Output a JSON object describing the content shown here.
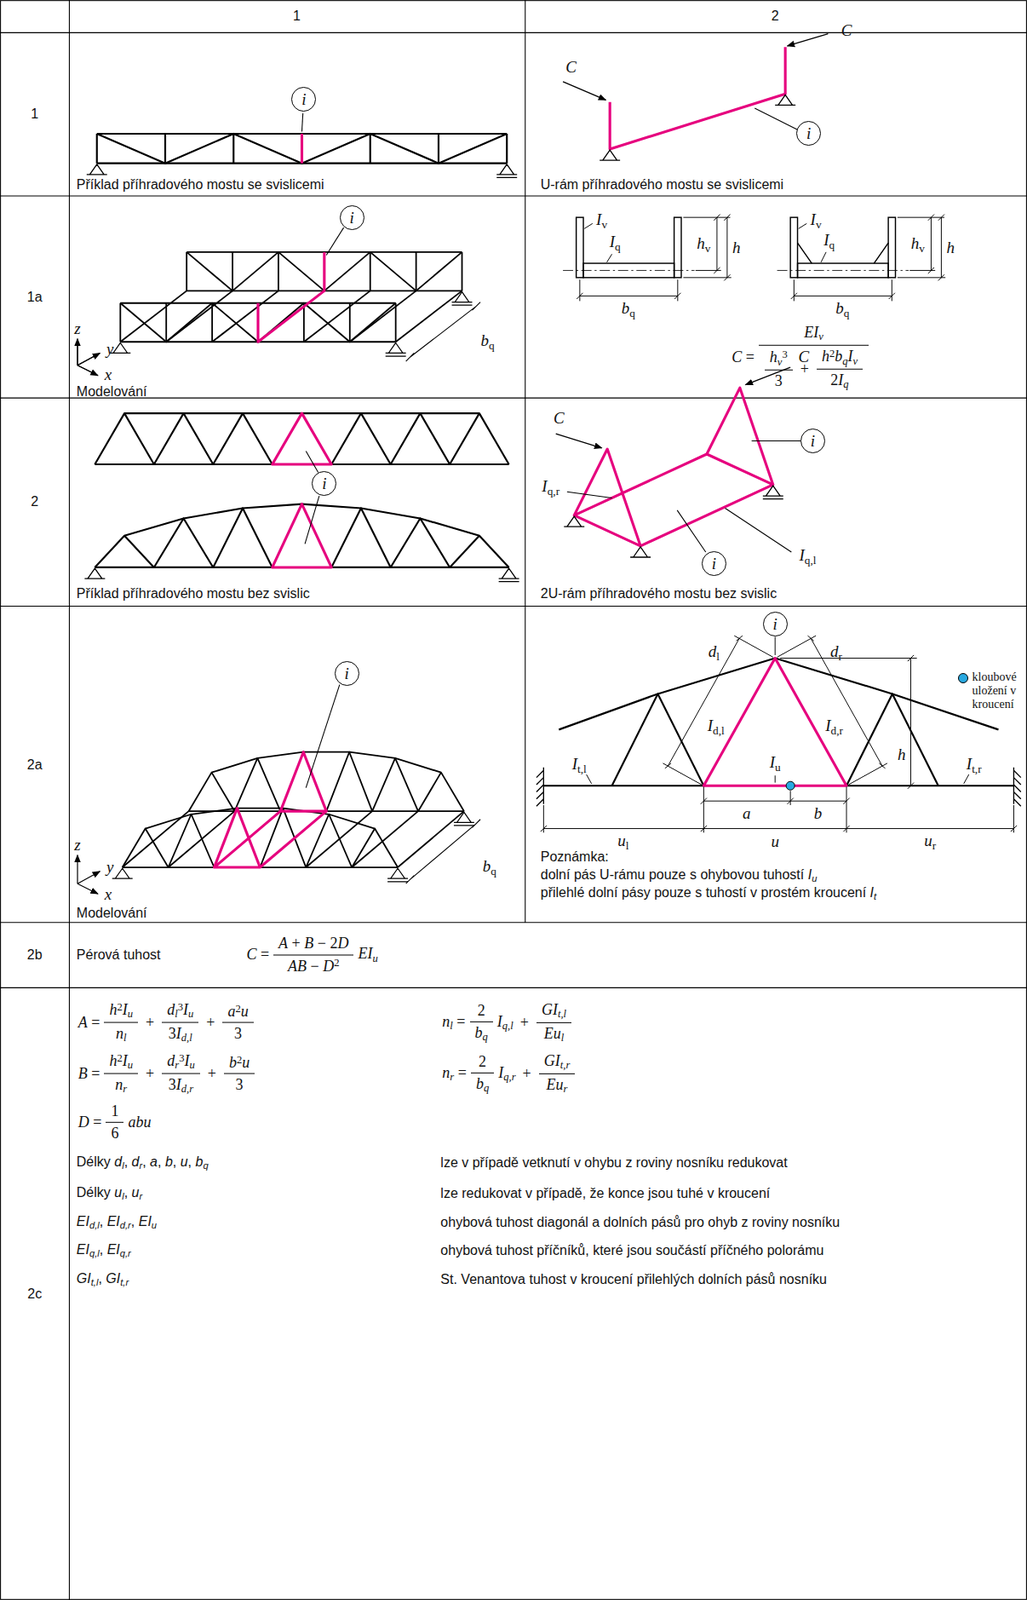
{
  "diagram": {
    "nodes": [
      {
        "text": [
          "i"
        ]
      },
      {
        "text": [
          "i"
        ]
      },
      {
        "text": [
          "i"
        ]
      },
      {
        "text": [
          "i"
        ]
      },
      {
        "text": [
          "i"
        ]
      },
      {
        "text": [
          "i"
        ]
      },
      {
        "text": [
          "i"
        ]
      },
      {
        "text": [
          "i"
        ]
      }
    ],
    "labels": [
      "1",
      "2",
      "1",
      "Příklad příhradového mostu se svislicemi",
      "C",
      "C",
      "U-rám příhradového mostu se svislicemi",
      "1a",
      "z",
      "y",
      "x",
      "bq",
      "Modelování",
      "Iv",
      "Iq",
      "hv",
      "h",
      "bq",
      "Iv",
      "Iq",
      "hv",
      "h",
      "bq",
      "C =",
      "EIv",
      "hv3",
      "3",
      "+",
      "h2bqIv",
      "2Iq",
      "2",
      "Příklad příhradového mostu bez svislic",
      "C",
      "Iq,r",
      "C",
      "Iq,l",
      "2U-rám příhradového mostu bez svislic",
      "2a",
      "z",
      "y",
      "x",
      "bq",
      "Modelování",
      "dl",
      "dr",
      "Id,l",
      "Id,r",
      "h",
      "Iu",
      "It,l",
      "It,r",
      "a",
      "b",
      "ul",
      "u",
      "ur",
      "Poznámka:",
      "dolní pás U-rámu pouze s ohybovou tuhostí Iu",
      "přilehlé dolní pásy pouze s tuhostí v prostém kroucení It",
      "2b",
      "Pérová tuhost",
      "C =",
      "A + B − 2D",
      "AB − D2",
      "EIu",
      "2c",
      "A =",
      "h2Iu",
      "nl",
      "+",
      "dl3Iu",
      "3Id,l",
      "+",
      "a2u",
      "3",
      "nl =",
      "2",
      "bq",
      "Iq,l",
      "+",
      "GIt,l",
      "Eul",
      "B =",
      "h2Iu",
      "nr",
      "+",
      "dr3Iu",
      "3Id,r",
      "+",
      "b2u",
      "3",
      "nr =",
      "2",
      "bq",
      "Iq,r",
      "+",
      "GIt,r",
      "Eur",
      "D =",
      "1",
      "6",
      "abu",
      "Délky dl, dr, a, b, u, bq",
      "lze v případě vetknutí v ohybu z roviny nosníku redukovat",
      "Délky ul, ur",
      "lze redukovat v případě, že konce jsou tuhé v kroucení",
      "EId,l, EId,r, EIu",
      "ohybová tuhost diagonál a dolních pásů pro ohyb z roviny nosníku",
      "EIq,l, EIq,r",
      "ohybová tuhost příčníků, které jsou součástí příčného polorámu",
      "GIt,l, GIt,r",
      "St. Venantova tuhost v kroucení přilehlých dolních pásů nosníku"
    ],
    "legend": [
      {
        "text": "kloubové uložení v kroucení",
        "color": "#29a9e1"
      }
    ]
  }
}
